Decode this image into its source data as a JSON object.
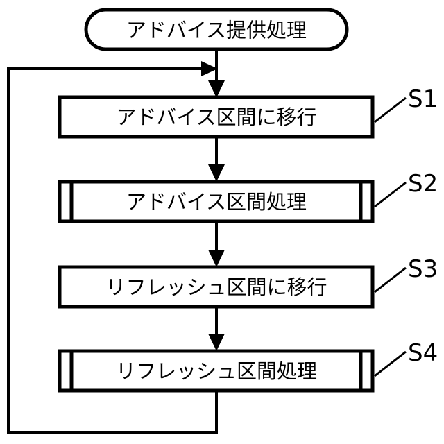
{
  "diagram": {
    "title": "アドバイス提供処理",
    "type": "flowchart",
    "orientation": "vertical",
    "colors": {
      "stroke": "#000000",
      "fill": "#ffffff",
      "text": "#000000"
    },
    "terminal": {
      "label": "アドバイス提供処理",
      "shape": "stadium"
    },
    "steps": [
      {
        "id": "S1",
        "label": "アドバイス区間に移行",
        "shape": "process",
        "step_label": "S1"
      },
      {
        "id": "S2",
        "label": "アドバイス区間処理",
        "shape": "predefined-process",
        "step_label": "S2"
      },
      {
        "id": "S3",
        "label": "リフレッシュ区間に移行",
        "shape": "process",
        "step_label": "S3"
      },
      {
        "id": "S4",
        "label": "リフレッシュ区間処理",
        "shape": "predefined-process",
        "step_label": "S4"
      }
    ],
    "loop": {
      "name": "feedback-loop",
      "from": "S4",
      "to": "S1",
      "direction": "upward-left"
    }
  }
}
